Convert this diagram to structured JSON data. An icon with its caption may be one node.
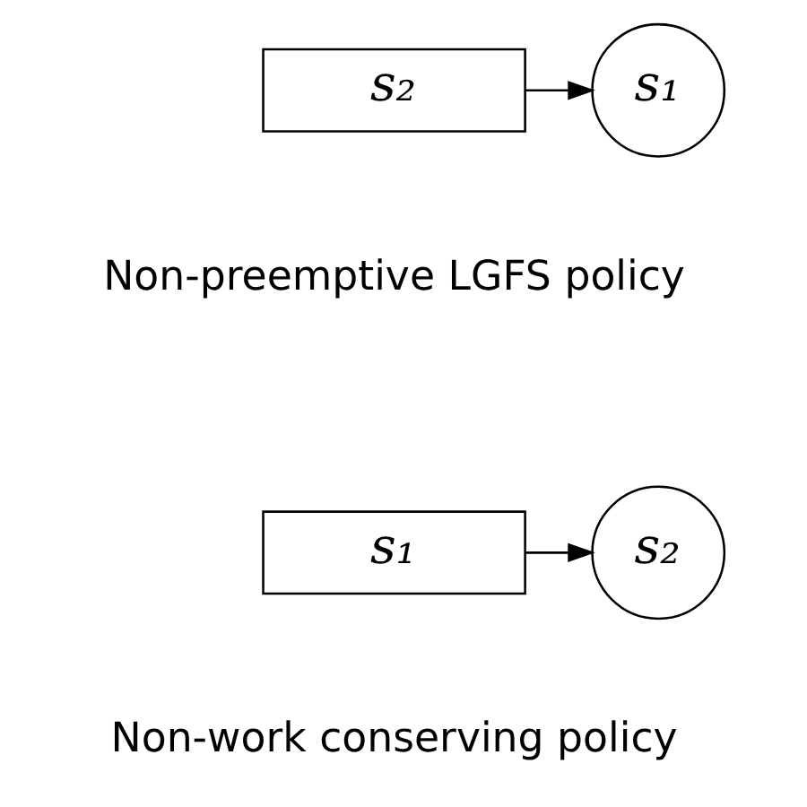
{
  "diagram": {
    "nodes": [
      {
        "text": [
          "s₂"
        ]
      },
      {
        "text": [
          "s₁"
        ]
      },
      {
        "text": [
          "s₁"
        ]
      },
      {
        "text": [
          "s₂"
        ]
      }
    ],
    "edges": [
      {
        "from": 0,
        "to": 1,
        "arrow": "to"
      },
      {
        "from": 2,
        "to": 3,
        "arrow": "to"
      }
    ],
    "labels": [
      "Non-preemptive LGFS policy",
      "Non-work conserving policy"
    ]
  }
}
